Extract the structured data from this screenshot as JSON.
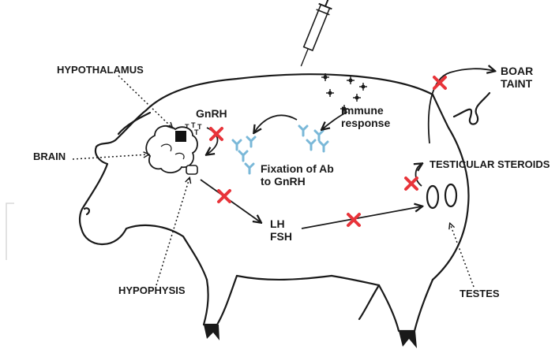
{
  "labels": {
    "hypothalamus": "HYPOTHALAMUS",
    "brain": "BRAIN",
    "hypophysis": "HYPOPHYSIS",
    "gnrh": "GnRH",
    "immune_line1": "Immune",
    "immune_line2": "response",
    "fixation_line1": "Fixation of Ab",
    "fixation_line2": "to GnRH",
    "lh": "LH",
    "fsh": "FSH",
    "boar_line1": "BOAR",
    "boar_line2": "TAINT",
    "testicular_steroids": "TESTICULAR STEROIDS",
    "testes": "TESTES"
  },
  "colors": {
    "line": "#1a1a1a",
    "block_cross": "#e8343a",
    "antibody": "#7ab8d8",
    "brain_fill": "#ffffff",
    "hypothalamus_fill": "#111111"
  },
  "icons": {
    "injection": "syringe-icon",
    "block": "cross-icon",
    "antibody": "antibody-y-icon"
  }
}
